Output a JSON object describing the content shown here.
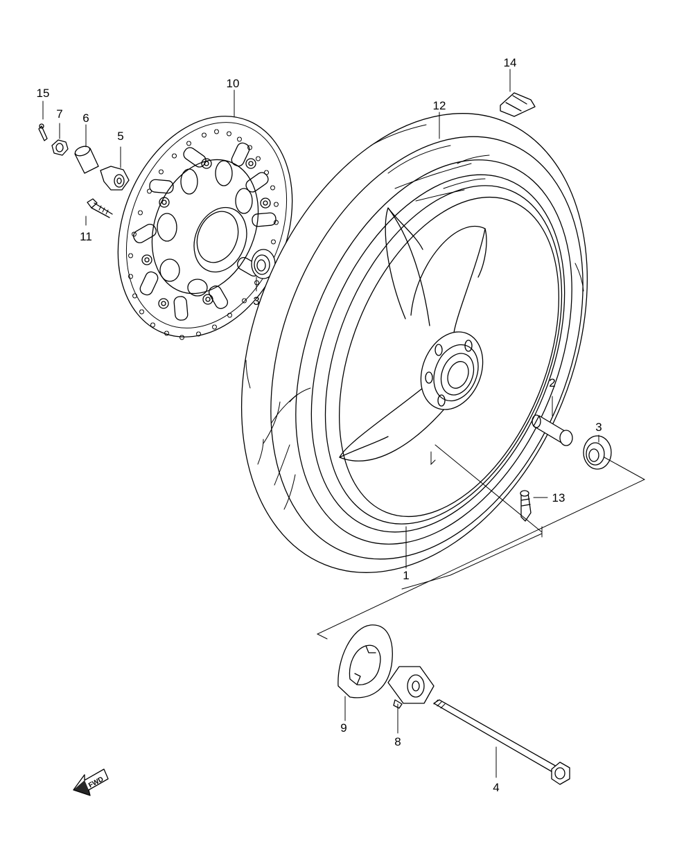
{
  "diagram": {
    "callouts": [
      {
        "id": "c1",
        "label": "1"
      },
      {
        "id": "c2",
        "label": "2"
      },
      {
        "id": "c3a",
        "label": "3"
      },
      {
        "id": "c3b",
        "label": "3"
      },
      {
        "id": "c4",
        "label": "4"
      },
      {
        "id": "c5",
        "label": "5"
      },
      {
        "id": "c6",
        "label": "6"
      },
      {
        "id": "c7",
        "label": "7"
      },
      {
        "id": "c8",
        "label": "8"
      },
      {
        "id": "c9",
        "label": "9"
      },
      {
        "id": "c10",
        "label": "10"
      },
      {
        "id": "c11",
        "label": "11"
      },
      {
        "id": "c12",
        "label": "12"
      },
      {
        "id": "c13",
        "label": "13"
      },
      {
        "id": "c14",
        "label": "14"
      },
      {
        "id": "c15",
        "label": "15"
      }
    ],
    "fwd_label": "FWD"
  },
  "colors": {
    "line": "#000000",
    "background": "#ffffff"
  }
}
